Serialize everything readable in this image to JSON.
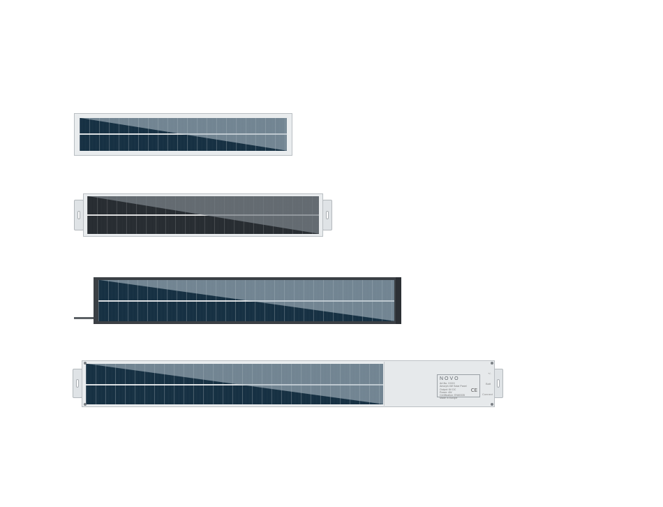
{
  "panels": [
    {
      "name": "panel-small",
      "frame": "silver"
    },
    {
      "name": "panel-medium-brackets",
      "frame": "silver"
    },
    {
      "name": "panel-large-cable",
      "frame": "dark"
    },
    {
      "name": "panel-xl-integrated",
      "frame": "silver"
    }
  ],
  "housing_label": {
    "brand": "NOVO",
    "lines": [
      "Art.No. XXXX",
      "Amorph 4W Solar Panel",
      "Output: 6V DC",
      "Power: 4W",
      "Certification: EN60335",
      "Made in Europe"
    ],
    "ce_mark": "CE",
    "ports": [
      "+/-",
      "Batt",
      "Connect"
    ]
  },
  "colors": {
    "cell_blue": "#0f2a3d",
    "frame_silver": "#e9ecee",
    "frame_dark": "#3b4045",
    "housing": "#e6e9eb"
  }
}
